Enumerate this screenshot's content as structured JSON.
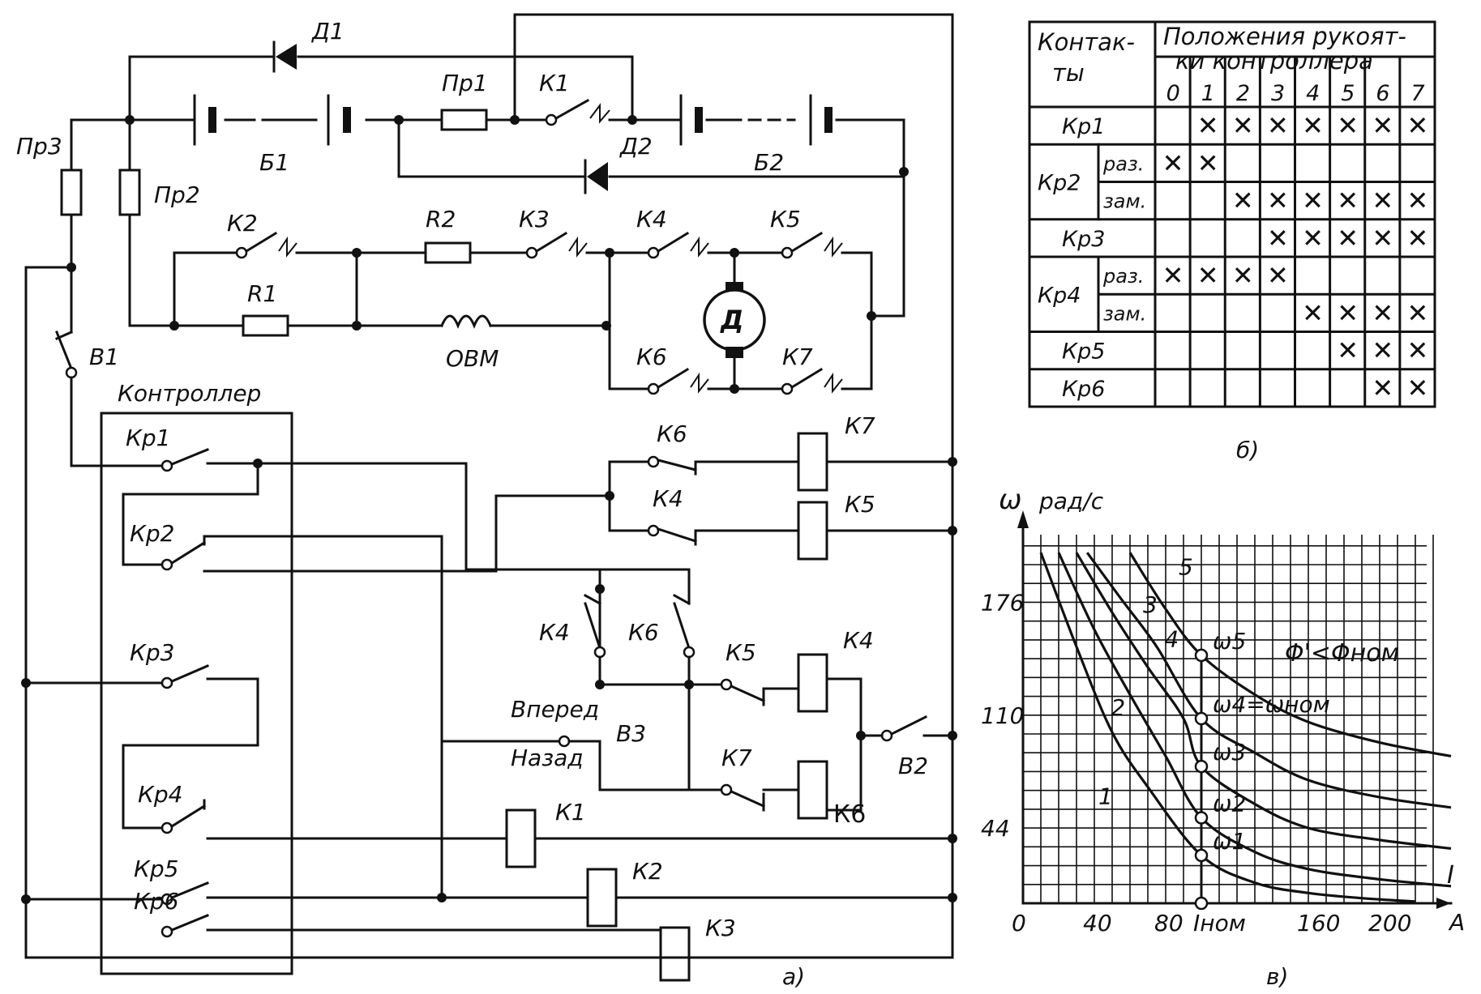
{
  "labels": {
    "d1": "Д1",
    "d2": "Д2",
    "pr1": "Пр1",
    "pr2": "Пр2",
    "pr3": "Пр3",
    "k1": "К1",
    "k2": "К2",
    "k3": "К3",
    "k4": "К4",
    "k5": "К5",
    "k6": "К6",
    "k7": "К7",
    "b1": "Б1",
    "b2": "Б2",
    "r1": "R1",
    "r2": "R2",
    "motor": "Д",
    "ovm": "ОВМ",
    "v1": "В1",
    "v2": "В2",
    "v3": "В3",
    "controller": "Контроллер",
    "kr1": "Кр1",
    "kr2": "Кр2",
    "kr3": "Кр3",
    "kr4": "Кр4",
    "kr5": "Кр5",
    "kr6": "Кр6",
    "forward": "Вперед",
    "backward": "Назад",
    "coil_k6_handwritten": "К6",
    "part_a": "а)",
    "part_b": "б)",
    "part_c": "в)"
  },
  "table": {
    "header_contacts": [
      "Контак-",
      "ты"
    ],
    "header_positions": [
      "Положения рукоят-",
      "ки контроллера"
    ],
    "positions": [
      "0",
      "1",
      "2",
      "3",
      "4",
      "5",
      "6",
      "7"
    ],
    "open_label": "раз.",
    "closed_label": "зам.",
    "mark": "✕",
    "rows": [
      {
        "contact": "Кр1",
        "sub": "",
        "closed": [
          1,
          2,
          3,
          4,
          5,
          6,
          7
        ]
      },
      {
        "contact": "Кр2",
        "sub": "раз.",
        "closed": [
          0,
          1
        ]
      },
      {
        "contact": "",
        "sub": "зам.",
        "closed": [
          2,
          3,
          4,
          5,
          6,
          7
        ]
      },
      {
        "contact": "Кр3",
        "sub": "",
        "closed": [
          3,
          4,
          5,
          6,
          7
        ]
      },
      {
        "contact": "Кр4",
        "sub": "раз.",
        "closed": [
          0,
          1,
          2,
          3
        ]
      },
      {
        "contact": "",
        "sub": "зам.",
        "closed": [
          4,
          5,
          6,
          7
        ]
      },
      {
        "contact": "Кр5",
        "sub": "",
        "closed": [
          5,
          6,
          7
        ]
      },
      {
        "contact": "Кр6",
        "sub": "",
        "closed": [
          6,
          7
        ]
      }
    ]
  },
  "chart_data": {
    "type": "line",
    "xlabel": "I",
    "xunit": "А",
    "ylabel": "ω",
    "yunit": "рад/с",
    "xlim": [
      0,
      240
    ],
    "ylim": [
      0,
      225
    ],
    "x_ticks": [
      0,
      40,
      80,
      160,
      200
    ],
    "x_tick_labels": [
      "0",
      "40",
      "80",
      "160",
      "200"
    ],
    "x_special_tick": {
      "value": 100,
      "label": "Iном"
    },
    "y_ticks": [
      44,
      110,
      176
    ],
    "series": [
      {
        "name": "1",
        "points": [
          [
            10,
            205
          ],
          [
            30,
            150
          ],
          [
            50,
            100
          ],
          [
            70,
            68
          ],
          [
            100,
            28
          ],
          [
            130,
            12
          ],
          [
            160,
            6
          ],
          [
            190,
            3
          ],
          [
            220,
            1
          ]
        ]
      },
      {
        "name": "2",
        "points": [
          [
            20,
            205
          ],
          [
            40,
            160
          ],
          [
            60,
            122
          ],
          [
            80,
            86
          ],
          [
            100,
            50
          ],
          [
            130,
            30
          ],
          [
            160,
            20
          ],
          [
            200,
            14
          ],
          [
            240,
            10
          ]
        ]
      },
      {
        "name": "3",
        "points": [
          [
            30,
            205
          ],
          [
            50,
            170
          ],
          [
            70,
            138
          ],
          [
            90,
            108
          ],
          [
            100,
            80
          ],
          [
            130,
            58
          ],
          [
            160,
            44
          ],
          [
            200,
            37
          ],
          [
            240,
            32
          ]
        ]
      },
      {
        "name": "4",
        "points": [
          [
            36,
            205
          ],
          [
            55,
            178
          ],
          [
            75,
            150
          ],
          [
            100,
            108
          ],
          [
            130,
            88
          ],
          [
            160,
            72
          ],
          [
            200,
            62
          ],
          [
            240,
            56
          ]
        ]
      },
      {
        "name": "5",
        "points": [
          [
            60,
            205
          ],
          [
            80,
            172
          ],
          [
            100,
            145
          ],
          [
            130,
            122
          ],
          [
            160,
            106
          ],
          [
            200,
            94
          ],
          [
            240,
            86
          ]
        ]
      }
    ],
    "points": [
      {
        "label": "ω1",
        "x": 100,
        "y": 28
      },
      {
        "label": "ω2",
        "x": 100,
        "y": 50
      },
      {
        "label": "ω3",
        "x": 100,
        "y": 80
      },
      {
        "label": "ω4=ωном",
        "x": 100,
        "y": 108
      },
      {
        "label": "ω5",
        "x": 100,
        "y": 145
      }
    ],
    "annotation": "Φ'<Φном"
  }
}
